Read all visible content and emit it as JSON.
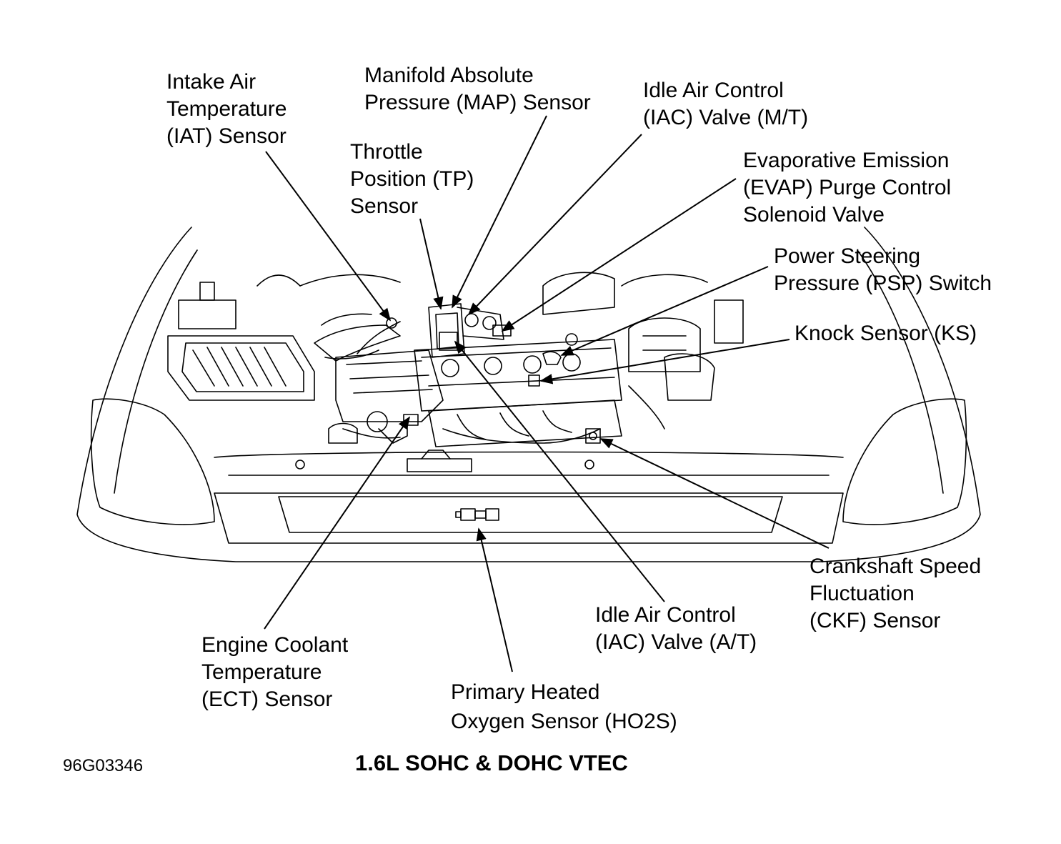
{
  "diagram": {
    "footer": {
      "id": "96G03346",
      "title": "1.6L SOHC & DOHC VTEC"
    },
    "labels": {
      "iat": [
        "Intake Air",
        "Temperature",
        "(IAT) Sensor"
      ],
      "map": [
        "Manifold Absolute",
        "Pressure (MAP) Sensor"
      ],
      "iac_mt": [
        "Idle Air Control",
        "(IAC) Valve (M/T)"
      ],
      "tp": [
        "Throttle",
        "Position (TP)",
        "Sensor"
      ],
      "evap": [
        "Evaporative Emission",
        "(EVAP) Purge Control",
        "Solenoid Valve"
      ],
      "psp": [
        "Power Steering",
        "Pressure (PSP) Switch"
      ],
      "ks": [
        "Knock Sensor (KS)"
      ],
      "ckf": [
        "Crankshaft Speed",
        "Fluctuation",
        "(CKF) Sensor"
      ],
      "iac_at": [
        "Idle Air Control",
        "(IAC) Valve (A/T)"
      ],
      "ect": [
        "Engine Coolant",
        "Temperature",
        "(ECT) Sensor"
      ],
      "ho2s": [
        "Primary Heated",
        "Oxygen Sensor (HO2S)"
      ]
    }
  }
}
